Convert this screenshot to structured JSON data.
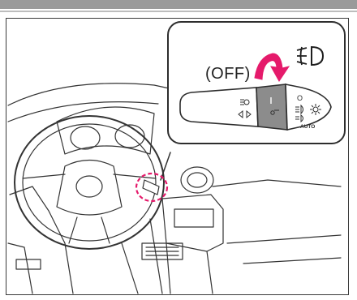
{
  "callout": {
    "off_label": "(OFF)",
    "auto_label": "AUTO",
    "off_symbol": "O"
  },
  "colors": {
    "accent_arrow": "#e51a6b",
    "highlight_circle": "#e51a6b",
    "lever_band": "#8c8c8c",
    "line": "#333333"
  },
  "icons": {
    "fog_light": "front-fog-light-icon",
    "headlight": "headlight-icon",
    "parking_lights": "parking-lights-icon",
    "taillight": "taillight-icon",
    "rotation_arrow": "rotation-arrow-icon",
    "highlight": "highlight-circle-icon"
  }
}
